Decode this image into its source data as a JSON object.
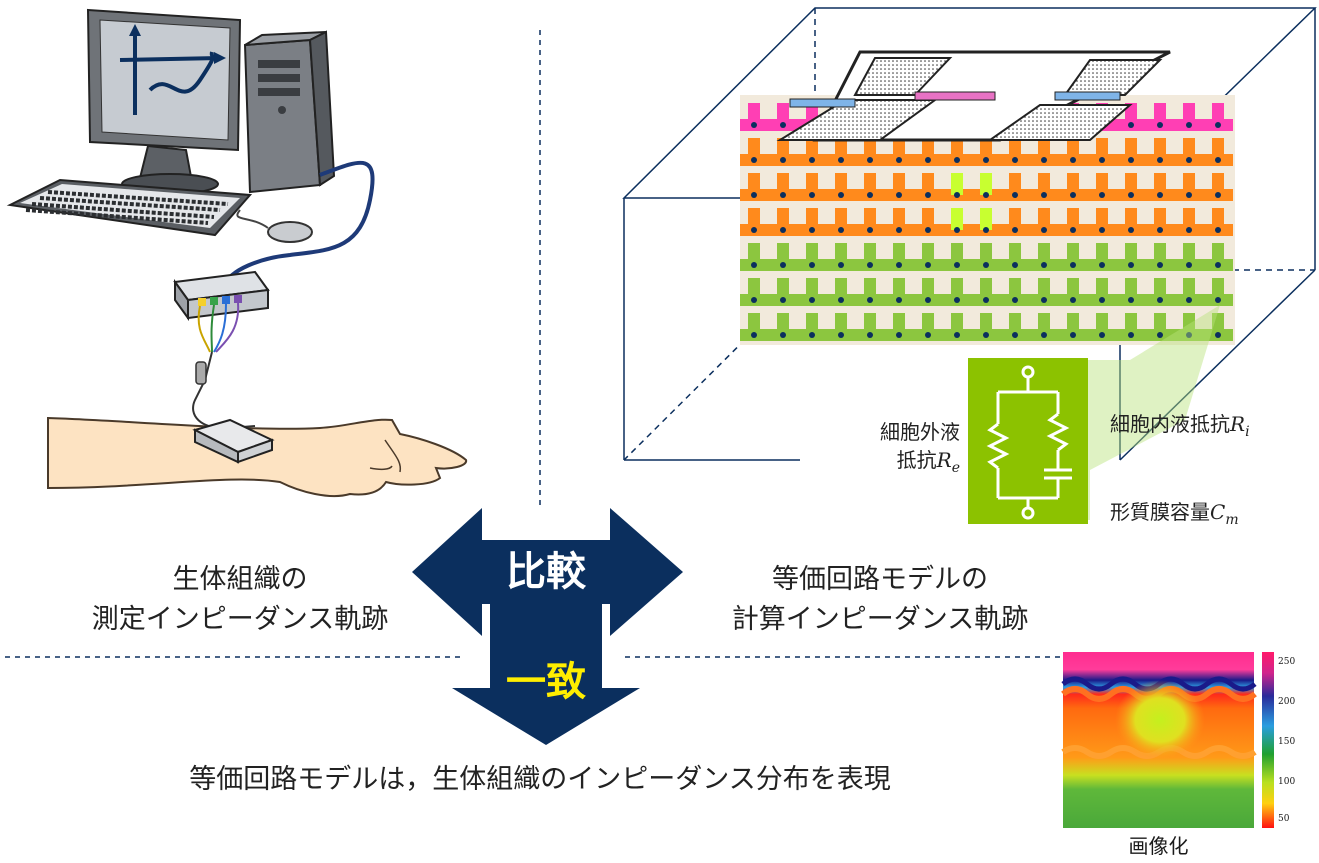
{
  "left_caption": {
    "line1": "生体組織の",
    "line2": "測定インピーダンス軌跡"
  },
  "right_caption": {
    "line1": "等価回路モデルの",
    "line2": "計算インピーダンス軌跡"
  },
  "compare_label": "比較",
  "match_label": "一致",
  "conclusion": "等価回路モデルは，生体組織のインピーダンス分布を表現",
  "circuit": {
    "extracellular_label_1": "細胞外液",
    "extracellular_label_2": "抵抗",
    "extracellular_symbol": "R",
    "extracellular_sub": "e",
    "intracellular_label": "細胞内液抵抗",
    "intracellular_symbol": "R",
    "intracellular_sub": "i",
    "membrane_label": "形質膜容量",
    "membrane_symbol": "C",
    "membrane_sub": "m"
  },
  "heatmap": {
    "caption": "画像化",
    "colorbar_ticks": [
      "250",
      "200",
      "150",
      "100",
      "50"
    ]
  },
  "colors": {
    "navy": "#0b2f5e",
    "yellow": "#ffee00",
    "pink": "#ff3fb4",
    "orange": "#ff8a1c",
    "green": "#8cc63f",
    "lightgreen": "#c8ff30",
    "circuit_green": "#8cc200"
  }
}
